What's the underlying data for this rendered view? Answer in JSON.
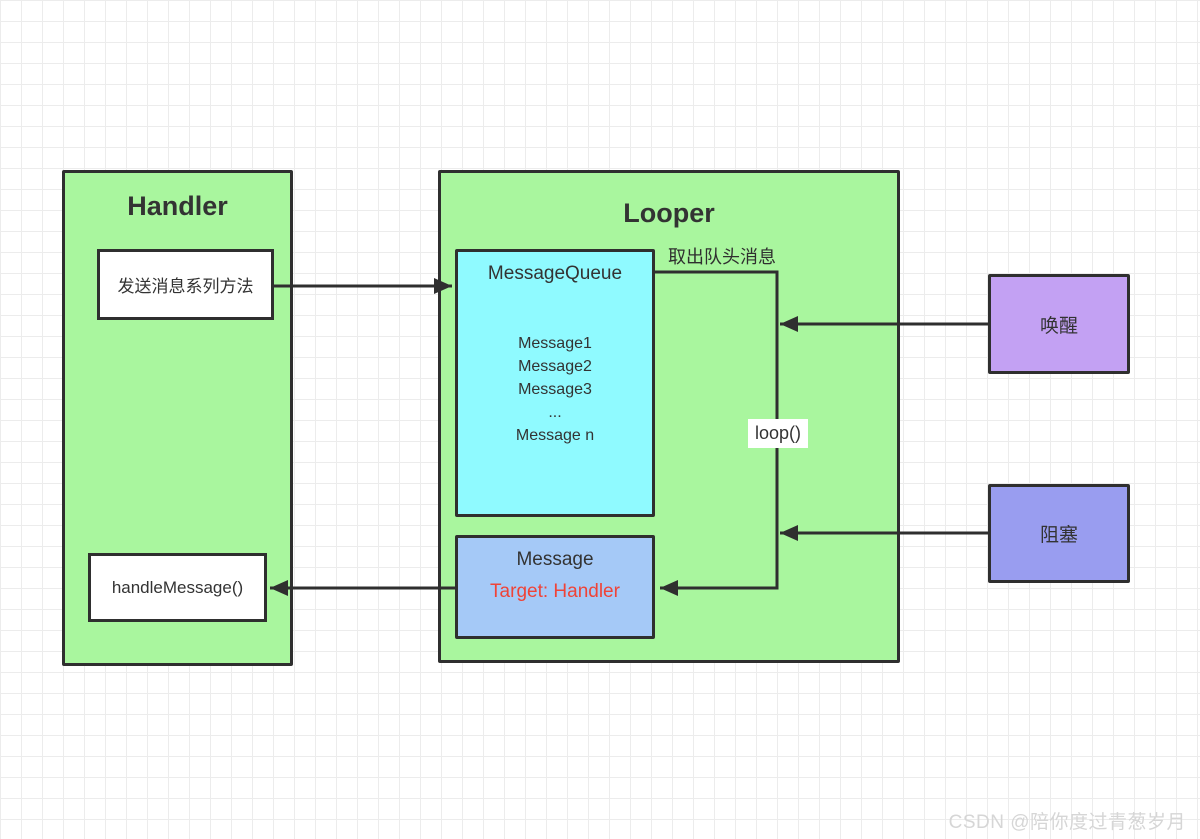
{
  "colors": {
    "looper-green": "#a9f69e",
    "queue-cyan": "#8ffaff",
    "message-blue": "#a5c9f7",
    "wake-purple": "#c3a1f3",
    "block-violet": "#999df0",
    "target-red": "#ef4338",
    "line-dark": "#2f2f2f",
    "grid-line": "#ececec",
    "watermark-gray": "#d6d6d6"
  },
  "handler": {
    "title": "Handler",
    "send_box": "发送消息系列方法",
    "handle_box": "handleMessage()"
  },
  "looper": {
    "title": "Looper",
    "dequeue_label": "取出队头消息",
    "loop_label": "loop()"
  },
  "message_queue": {
    "title": "MessageQueue",
    "items": [
      "Message1",
      "Message2",
      "Message3",
      "...",
      "Message n"
    ]
  },
  "message": {
    "title": "Message",
    "target": "Target: Handler"
  },
  "wake_box": {
    "label": "唤醒"
  },
  "block_box": {
    "label": "阻塞"
  },
  "watermark": "CSDN @陪你度过青葱岁月"
}
